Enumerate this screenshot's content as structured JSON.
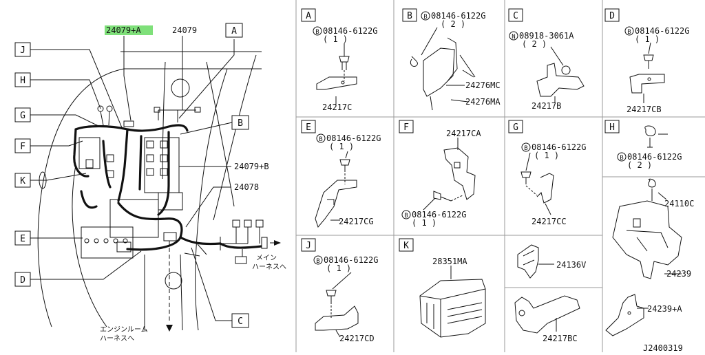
{
  "main": {
    "callouts": {
      "top_highlight": "24079+A",
      "top": "24079",
      "right_mid": "24079+B",
      "right_lower": "24078",
      "note_main": [
        "メイン",
        "ハーネスへ"
      ],
      "note_engine": [
        "エンジンルーム",
        "ハーネスへ"
      ]
    },
    "letters": [
      "A",
      "J",
      "H",
      "G",
      "B",
      "F",
      "K",
      "E",
      "D",
      "C"
    ]
  },
  "panels": {
    "A": {
      "letter": "A",
      "bolt_circle": "B",
      "bolt": "08146-6122G",
      "qty": "( 1 )",
      "part": "24217C"
    },
    "B": {
      "letter": "B",
      "bolt_circle": "B",
      "bolt": "08146-6122G",
      "qty": "( 2 )",
      "parts": [
        "24276MC",
        "24276MA"
      ]
    },
    "C": {
      "letter": "C",
      "bolt_circle": "N",
      "bolt": "08918-3061A",
      "qty": "( 2 )",
      "part": "24217B"
    },
    "D": {
      "letter": "D",
      "bolt_circle": "B",
      "bolt": "08146-6122G",
      "qty": "( 1 )",
      "part": "24217CB"
    },
    "E": {
      "letter": "E",
      "bolt_circle": "B",
      "bolt": "08146-6122G",
      "qty": "( 1 )",
      "part": "24217CG"
    },
    "F": {
      "letter": "F",
      "bolt_circle": "B",
      "bolt": "08146-6122G",
      "qty": "( 1 )",
      "part": "24217CA"
    },
    "G": {
      "letter": "G",
      "bolt_circle": "B",
      "bolt": "08146-6122G",
      "qty": "( 1 )",
      "part": "24217CC"
    },
    "H": {
      "letter": "H",
      "bolt_circle": "B",
      "bolt": "08146-6122G",
      "qty": "( 2 )",
      "parts": [
        "24110C",
        "24239"
      ]
    },
    "J": {
      "letter": "J",
      "bolt_circle": "B",
      "bolt": "08146-6122G",
      "qty": "( 1 )",
      "part": "24217CD"
    },
    "K": {
      "letter": "K",
      "part": "28351MA"
    },
    "misc": {
      "p1": "24136V",
      "p2": "24239+A",
      "p3": "24217BC"
    }
  },
  "footer": {
    "code": "J2400319"
  }
}
